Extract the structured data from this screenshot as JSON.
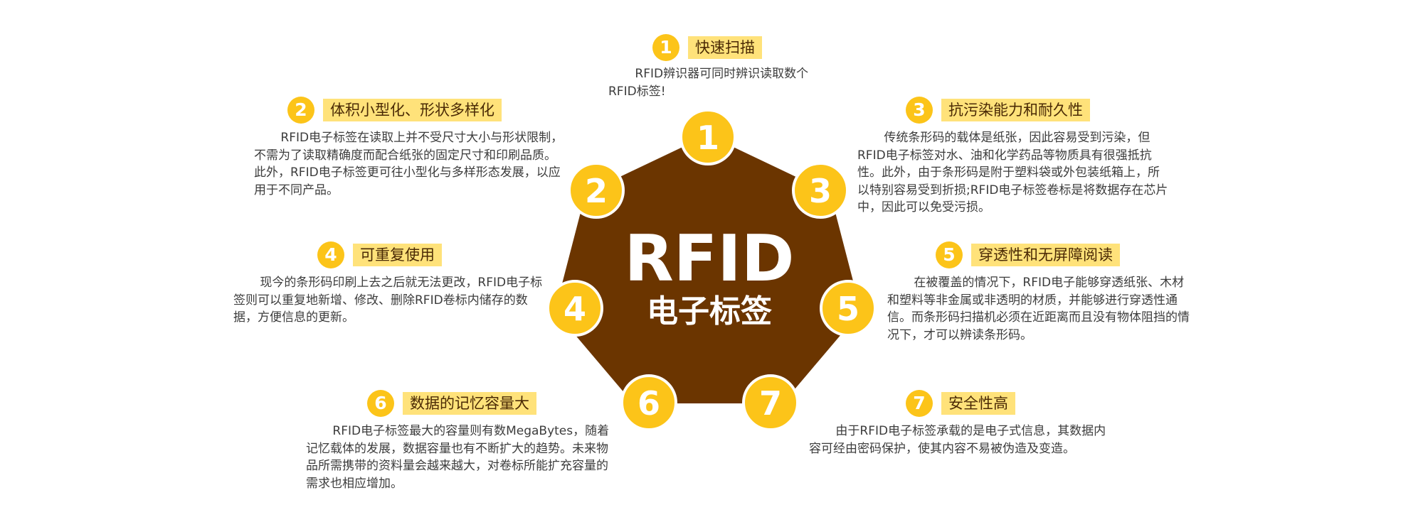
{
  "center": {
    "title": "RFID",
    "subtitle": "电子标签"
  },
  "colors": {
    "heptagon": "#6b3500",
    "badge": "#fcc419",
    "label_bg": "#ffe27a",
    "text": "#3c3c3c"
  },
  "nodes": [
    "1",
    "2",
    "3",
    "4",
    "5",
    "6",
    "7"
  ],
  "features": [
    {
      "num": "1",
      "title": "快速扫描",
      "desc": "RFID辨识器可同时辨识读取数个RFID标签!"
    },
    {
      "num": "2",
      "title": "体积小型化、形状多样化",
      "desc": "RFID电子标签在读取上并不受尺寸大小与形状限制，不需为了读取精确度而配合纸张的固定尺寸和印刷品质。此外，RFID电子标签更可往小型化与多样形态发展，以应用于不同产品。"
    },
    {
      "num": "3",
      "title": "抗污染能力和耐久性",
      "desc": "传统条形码的载体是纸张，因此容易受到污染，但RFID电子标签对水、油和化学药品等物质具有很强抵抗性。此外，由于条形码是附于塑料袋或外包装纸箱上，所以特别容易受到折损;RFID电子标签卷标是将数据存在芯片中，因此可以免受污损。"
    },
    {
      "num": "4",
      "title": "可重复使用",
      "desc": "现今的条形码印刷上去之后就无法更改，RFID电子标签则可以重复地新增、修改、删除RFID卷标内储存的数据，方便信息的更新。"
    },
    {
      "num": "5",
      "title": "穿透性和无屏障阅读",
      "desc": "在被覆盖的情况下，RFID电子能够穿透纸张、木材和塑料等非金属或非透明的材质，并能够进行穿透性通信。而条形码扫描机必须在近距离而且没有物体阻挡的情况下，才可以辨读条形码。"
    },
    {
      "num": "6",
      "title": "数据的记忆容量大",
      "desc": "RFID电子标签最大的容量则有数MegaBytes，随着记忆载体的发展，数据容量也有不断扩大的趋势。未来物品所需携带的资料量会越来越大，对卷标所能扩充容量的需求也相应增加。"
    },
    {
      "num": "7",
      "title": "安全性高",
      "desc": "由于RFID电子标签承载的是电子式信息，其数据内容可经由密码保护，使其内容不易被伪造及变造。"
    }
  ]
}
